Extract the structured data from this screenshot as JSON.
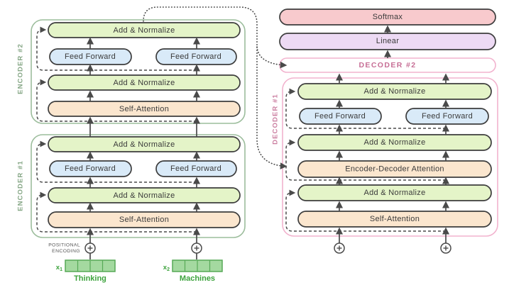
{
  "colors": {
    "pill_green": "#e4f4c8",
    "pill_blue": "#d9eaf8",
    "pill_orange": "#fbe6ce",
    "softmax_pink": "#f8cacd",
    "linear_purple": "#eddaf4",
    "encoder_border": "#9cbd9c",
    "decoder_border": "#f2b3ce",
    "encoder_label_green": "#86a786",
    "decoder_label_pink": "#cb7fa1",
    "decoder2_text": "#c76f96",
    "embed_fill": "#a4d9a0",
    "embed_border": "#57a957",
    "word_green": "#3da33d",
    "ink": "#3d3d3d",
    "arrow": "#4a4a4a"
  },
  "output_head": {
    "softmax": "Softmax",
    "linear": "Linear"
  },
  "decoder2": {
    "label": "DECODER #2"
  },
  "decoder1": {
    "label": "DECODER #1",
    "add_normalize_top": "Add & Normalize",
    "feed_forward_left": "Feed Forward",
    "feed_forward_right": "Feed Forward",
    "add_normalize_mid": "Add & Normalize",
    "encoder_decoder_attention": "Encoder-Decoder Attention",
    "add_normalize_bottom": "Add & Normalize",
    "self_attention": "Self-Attention"
  },
  "encoder2": {
    "label": "ENCODER #2",
    "add_normalize_top": "Add & Normalize",
    "feed_forward_left": "Feed Forward",
    "feed_forward_right": "Feed Forward",
    "add_normalize_bottom": "Add & Normalize",
    "self_attention": "Self-Attention"
  },
  "encoder1": {
    "label": "ENCODER #1",
    "add_normalize_top": "Add & Normalize",
    "feed_forward_left": "Feed Forward",
    "feed_forward_right": "Feed Forward",
    "add_normalize_bottom": "Add & Normalize",
    "self_attention": "Self-Attention"
  },
  "inputs": {
    "positional_encoding_line1": "POSITIONAL",
    "positional_encoding_line2": "ENCODING",
    "x1_base": "x",
    "x1_sub": "1",
    "x2_base": "x",
    "x2_sub": "2",
    "word1": "Thinking",
    "word2": "Machines"
  }
}
